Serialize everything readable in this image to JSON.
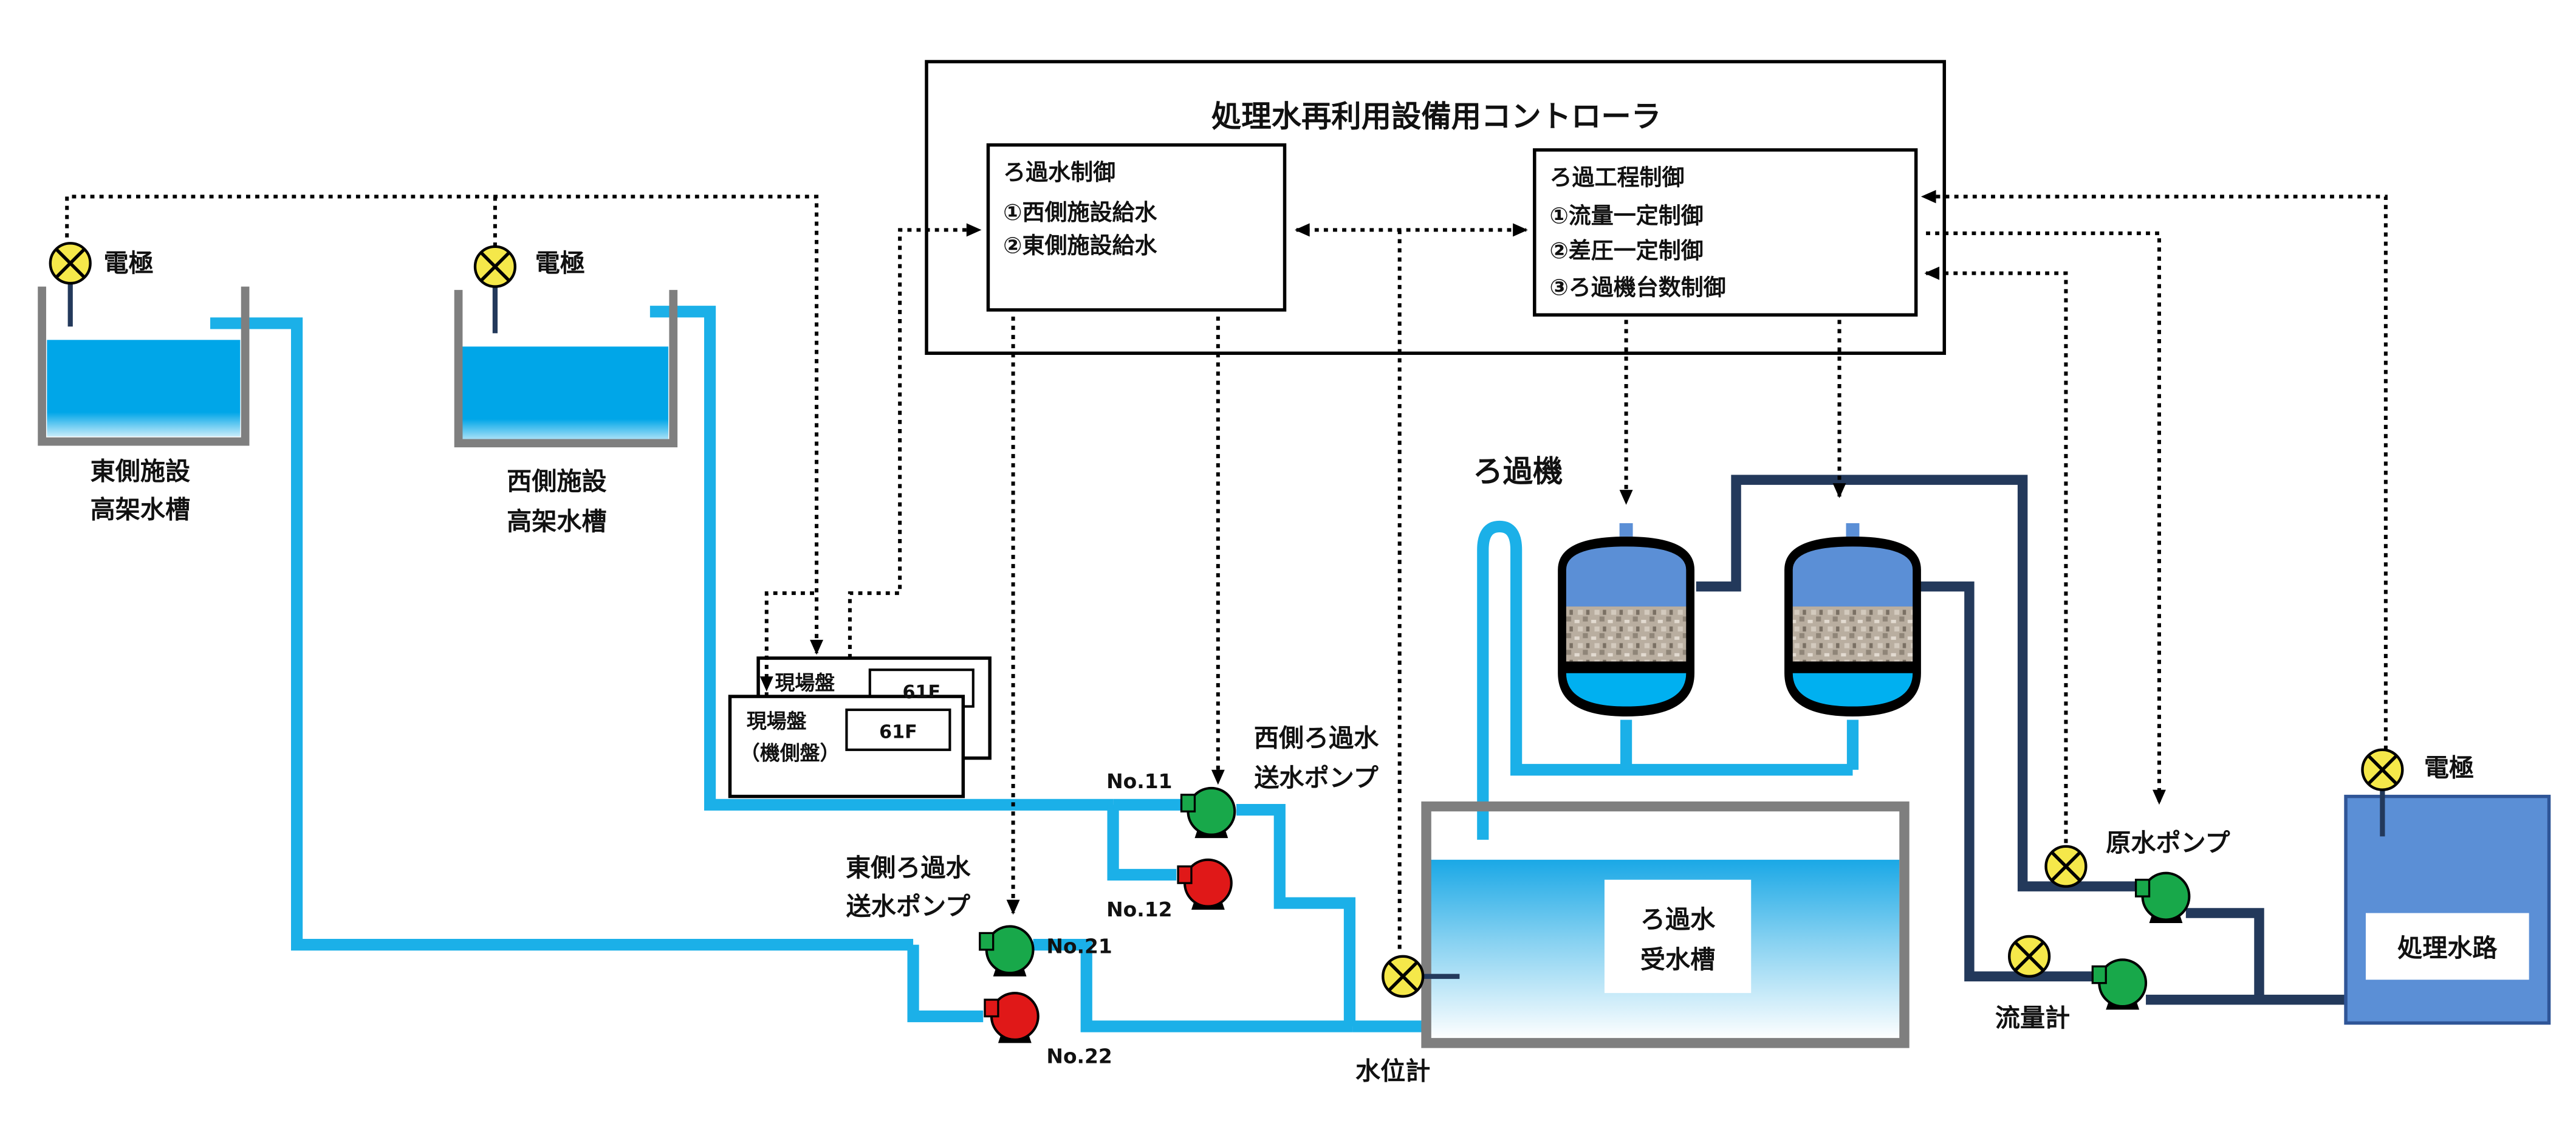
{
  "controller": {
    "title": "処理水再利用設備用コントローラ",
    "filtered_water_control": {
      "title": "ろ過水制御",
      "items": [
        "①西側施設給水",
        "②東側施設給水"
      ]
    },
    "filtration_process_control": {
      "title": "ろ過工程制御",
      "items": [
        "①流量一定制御",
        "②差圧一定制御",
        "③ろ過機台数制御"
      ]
    }
  },
  "labels": {
    "electrode": "電極",
    "east_tank": [
      "東側施設",
      "高架水槽"
    ],
    "west_tank": [
      "西側施設",
      "高架水槽"
    ],
    "local_panel": "現場盤",
    "local_panel_machine": [
      "現場盤",
      "（機側盤）"
    ],
    "panel_code": "61F",
    "west_pump": [
      "西側ろ過水",
      "送水ポンプ"
    ],
    "east_pump": [
      "東側ろ過水",
      "送水ポンプ"
    ],
    "pump_no11": "No.11",
    "pump_no12": "No.12",
    "pump_no21": "No.21",
    "pump_no22": "No.22",
    "filter": "ろ過機",
    "receiving_tank": [
      "ろ過水",
      "受水槽"
    ],
    "level_meter": "水位計",
    "raw_water_pump": "原水ポンプ",
    "flow_meter": "流量計",
    "treated_channel": "処理水路"
  },
  "colors": {
    "pipe_light": "#1bb0e8",
    "pipe_dark": "#23395b",
    "water": "#00b0f0",
    "tank_wall": "#7f7f7f",
    "filter_upper": "#5b8fd6",
    "channel_fill": "#5b8fd6",
    "pump_running": "#18a84a",
    "pump_standby": "#e01818",
    "sensor": "#f5e84a"
  },
  "icons": [
    "electrode-sensor-icon",
    "pump-icon",
    "filter-vessel-icon"
  ]
}
